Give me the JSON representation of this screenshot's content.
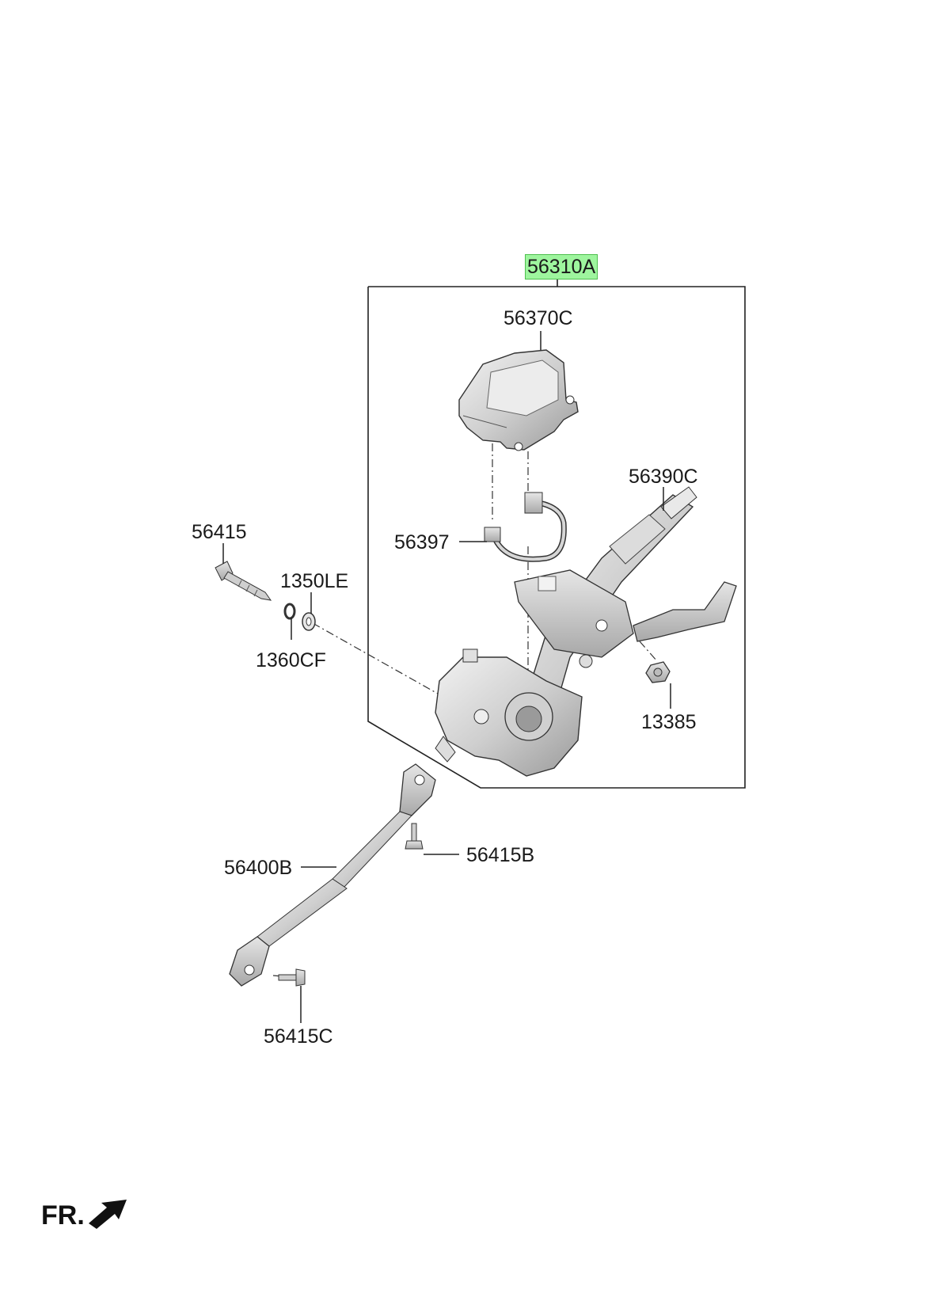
{
  "parts": {
    "p56310A": "56310A",
    "p56370C": "56370C",
    "p56390C": "56390C",
    "p56397": "56397",
    "p56415": "56415",
    "p1350LE": "1350LE",
    "p1360CF": "1360CF",
    "p13385": "13385",
    "p56400B": "56400B",
    "p56415B": "56415B",
    "p56415C": "56415C"
  },
  "highlighted_part": "56310A",
  "orientation": {
    "label": "FR."
  },
  "colors": {
    "highlight": "#9ef59e",
    "line": "#222222",
    "part_fill": "#d9d9d9"
  }
}
